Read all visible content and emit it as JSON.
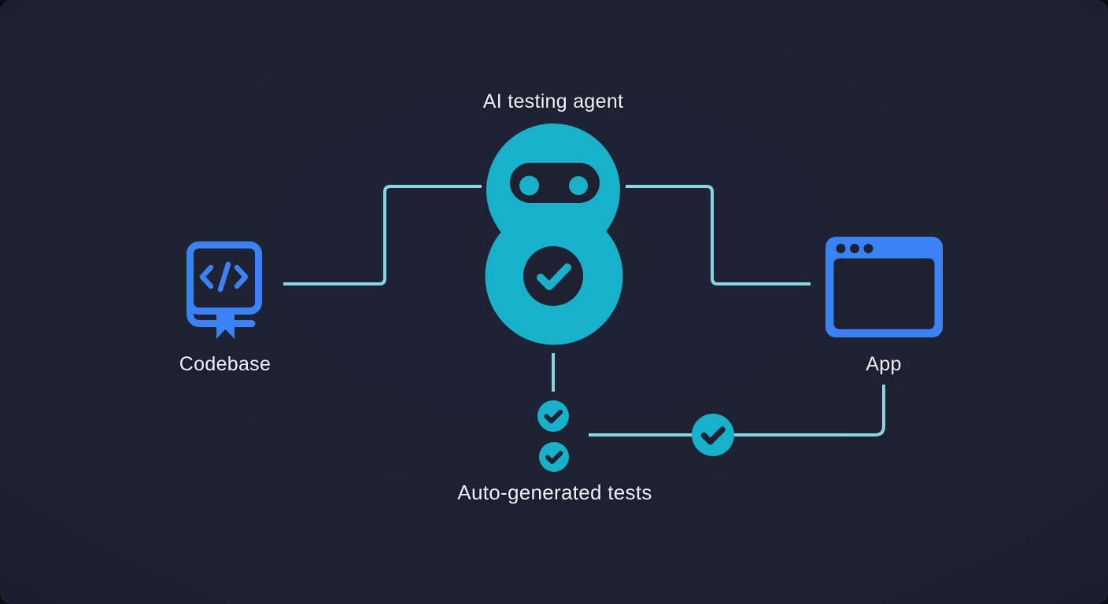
{
  "diagram": {
    "title": "AI testing agent",
    "labels": {
      "agent": "AI testing agent",
      "codebase": "Codebase",
      "app": "App",
      "tests": "Auto-generated tests"
    },
    "nodes": [
      {
        "id": "codebase",
        "label": "Codebase",
        "icon": "book-code-icon"
      },
      {
        "id": "agent",
        "label": "AI testing agent",
        "icon": "robot-icon"
      },
      {
        "id": "app",
        "label": "App",
        "icon": "browser-window-icon"
      },
      {
        "id": "tests",
        "label": "Auto-generated tests",
        "icon": "check-badge-icon",
        "badge_count": 3
      }
    ],
    "edges": [
      {
        "from": "codebase",
        "to": "agent"
      },
      {
        "from": "agent",
        "to": "app"
      },
      {
        "from": "agent",
        "to": "tests"
      },
      {
        "from": "tests",
        "to": "app"
      }
    ],
    "colors": {
      "background": "#1e2132",
      "robot_teal": "#18b1c9",
      "badge_teal": "#17b2c9",
      "icon_blue": "#3b82f6",
      "connector_cyan": "#85d5e3",
      "text": "#eef1f5"
    }
  }
}
